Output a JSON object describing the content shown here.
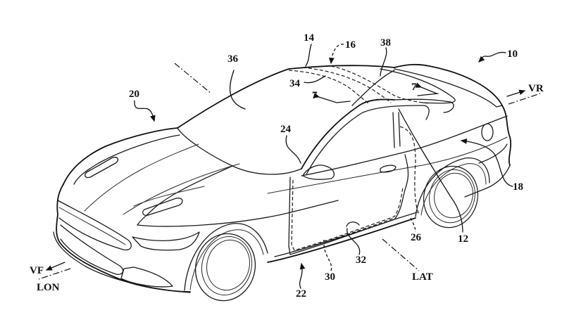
{
  "figure": {
    "subject": "vehicle",
    "reference_numerals": {
      "vehicle": "10",
      "item_12": "12",
      "roof": "14",
      "item_16": "16",
      "side": "18",
      "front": "20",
      "item_22": "22",
      "a_pillar": "24",
      "item_26": "26",
      "item_30": "30",
      "item_32": "32",
      "item_34": "34",
      "windshield": "36",
      "rear_window": "38",
      "section_7_left": "7",
      "section_7_right": "7"
    },
    "direction_labels": {
      "vehicle_rear": "VR",
      "vehicle_front": "VF",
      "longitudinal": "LON",
      "lateral": "LAT"
    }
  }
}
